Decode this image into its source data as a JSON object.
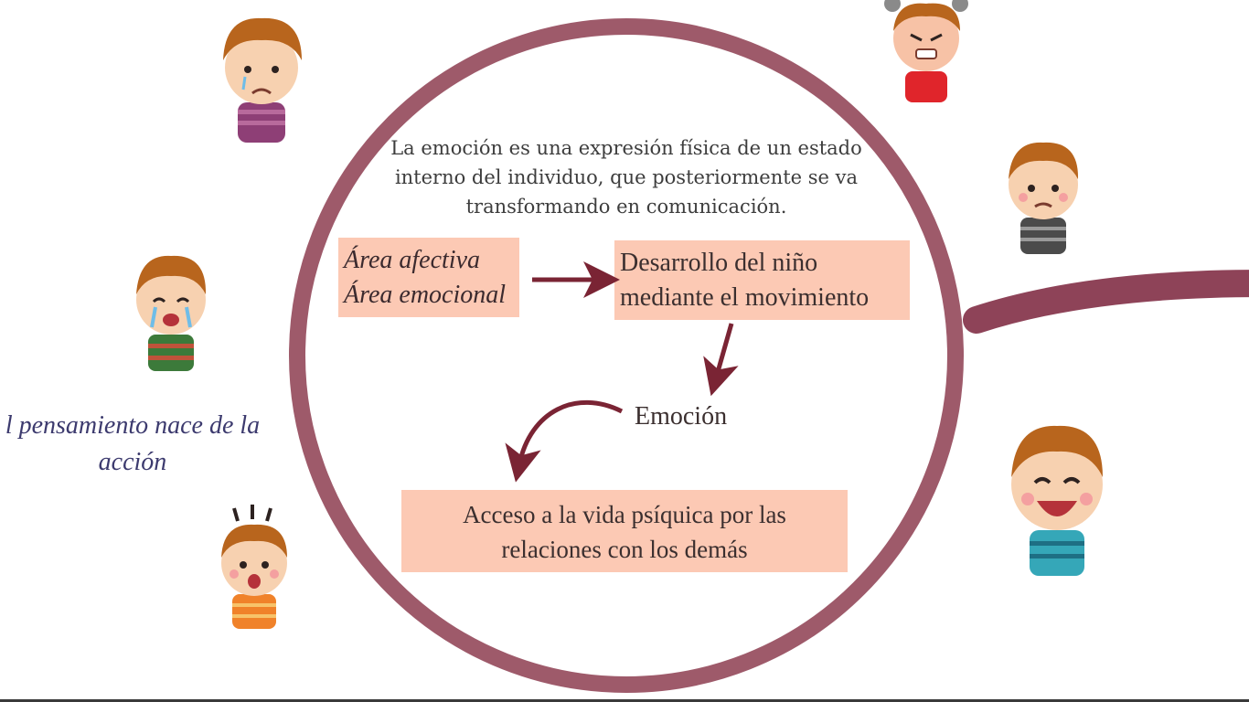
{
  "intro": {
    "line1": "La emoción es una expresión física de un estado",
    "line2": "interno del individuo, que posteriormente se va",
    "line3": "transformando en comunicación."
  },
  "boxes": {
    "affect_line1": "Área afectiva",
    "affect_line2": "Área emocional",
    "development_line1": "Desarrollo del niño",
    "development_line2": "mediante el movimiento",
    "access_line1": "Acceso a la vida psíquica por las",
    "access_line2": "relaciones con los demás"
  },
  "emotion_label": "Emoción",
  "side_note": {
    "line1": "l pensamiento nace de la",
    "line2": "acción"
  },
  "colors": {
    "ring": "#9e5a6a",
    "connector": "#8e4358",
    "arrow": "#7a2434",
    "box_fill": "#fcc9b4",
    "side_note_text": "#3c3a6e"
  },
  "illustrations": [
    {
      "name": "sad-child-icon",
      "shirt": "#8e3f76"
    },
    {
      "name": "angry-child-icon",
      "shirt": "#e0252b"
    },
    {
      "name": "worried-child-icon",
      "shirt": "#4b4b4b"
    },
    {
      "name": "crying-child-icon",
      "shirt": "#3c7a3a"
    },
    {
      "name": "surprised-child-icon",
      "shirt": "#f0822a"
    },
    {
      "name": "happy-child-icon",
      "shirt": "#35a7b8"
    }
  ]
}
